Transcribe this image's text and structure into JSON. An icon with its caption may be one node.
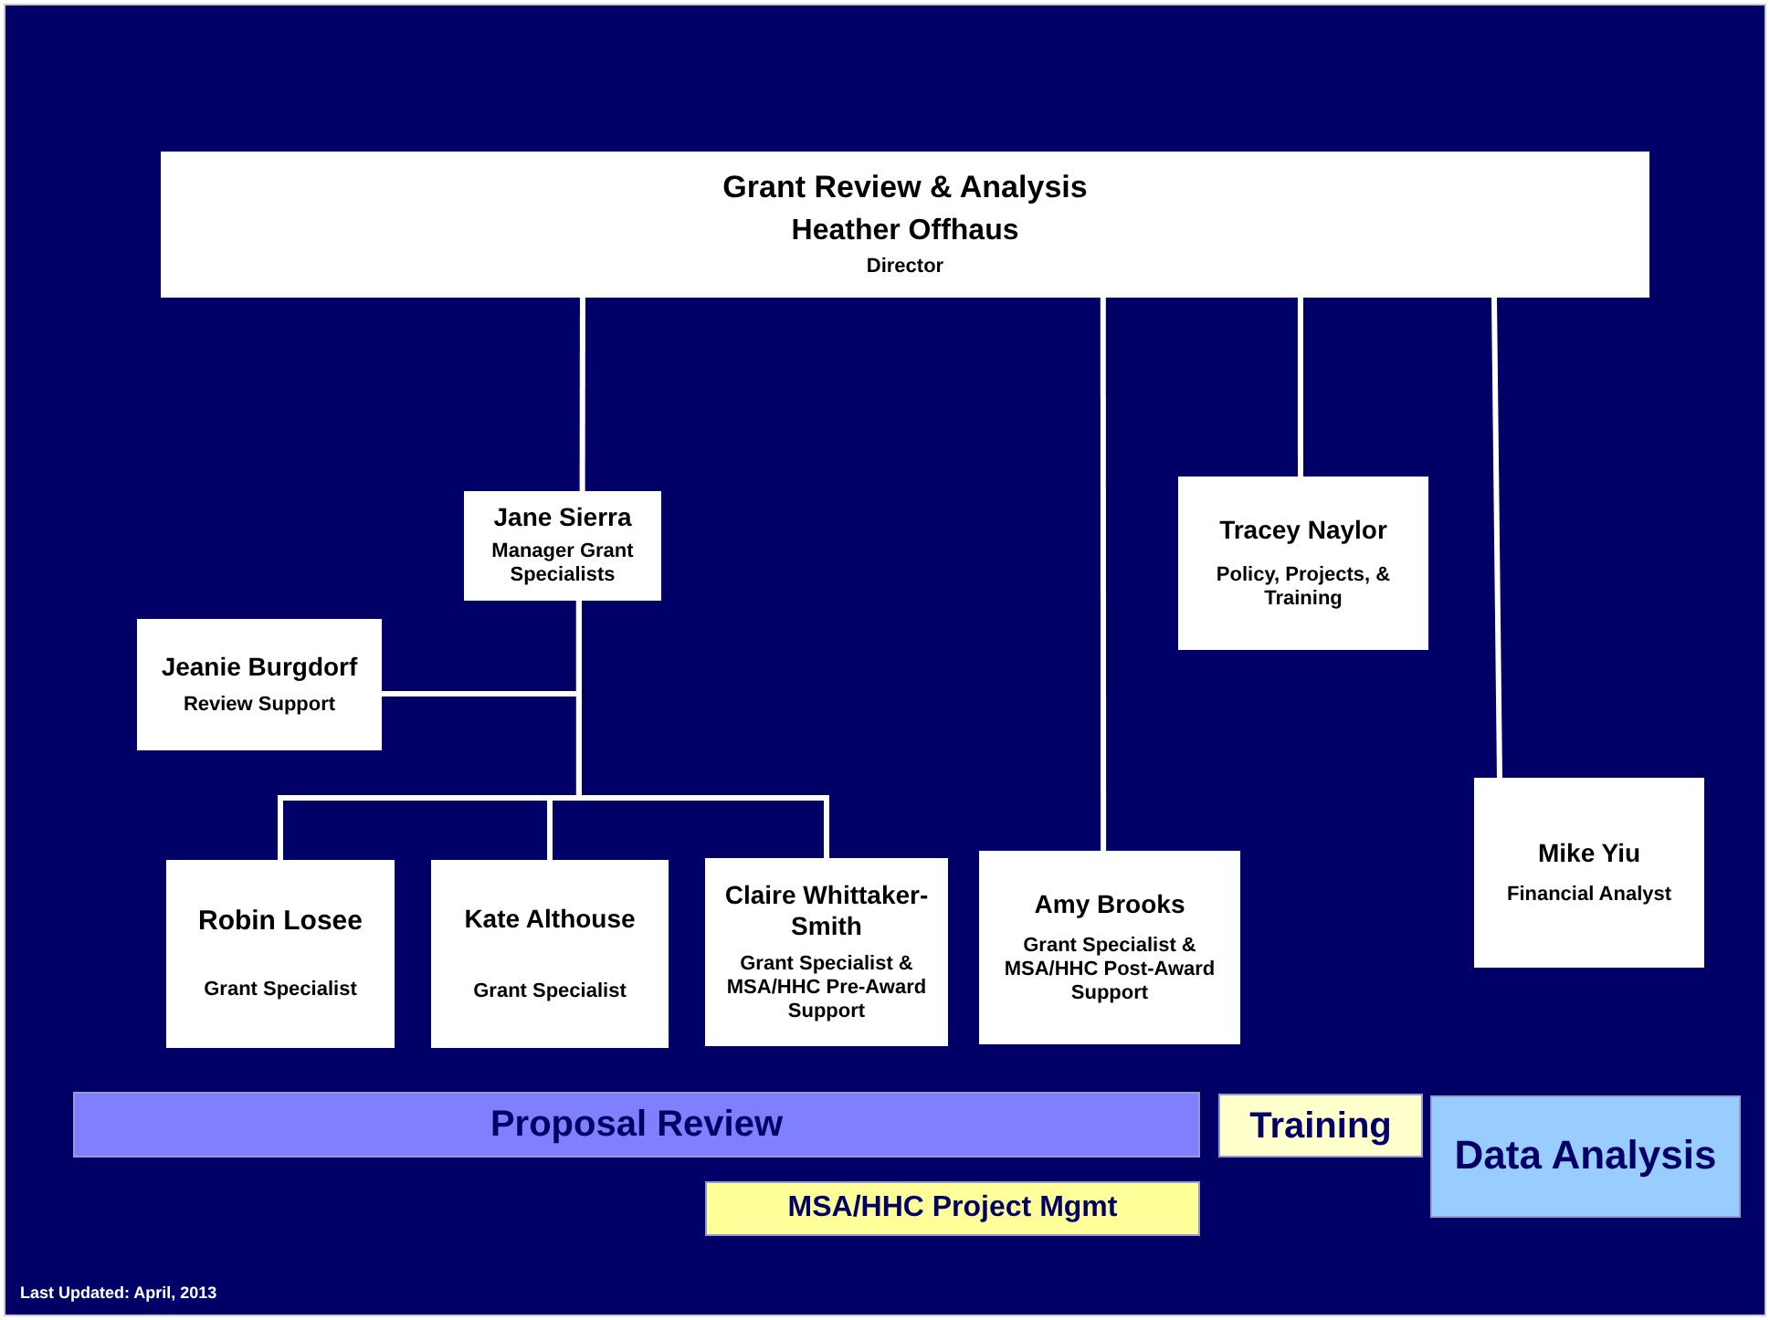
{
  "diagram": {
    "nodes": [
      {
        "text": [
          "Grant Review & Analysis",
          "Heather Offhaus",
          "Director"
        ]
      },
      {
        "text": [
          "Jane Sierra",
          "Manager Grant Specialists"
        ]
      },
      {
        "text": [
          "Tracey Naylor",
          "Policy, Projects, & Training"
        ]
      },
      {
        "text": [
          "Jeanie Burgdorf",
          "Review Support"
        ]
      },
      {
        "text": [
          "Mike Yiu",
          "Financial Analyst"
        ]
      },
      {
        "text": [
          "Robin Losee",
          "Grant Specialist"
        ]
      },
      {
        "text": [
          "Kate Althouse",
          "Grant Specialist"
        ]
      },
      {
        "text": [
          "Claire Whittaker-Smith",
          "Grant Specialist & MSA/HHC Pre-Award Support"
        ]
      },
      {
        "text": [
          "Amy Brooks",
          "Grant Specialist & MSA/HHC Post-Award Support"
        ]
      },
      {
        "text": [
          "Proposal Review"
        ]
      },
      {
        "text": [
          "Training"
        ]
      },
      {
        "text": [
          "Data Analysis"
        ]
      },
      {
        "text": [
          "MSA/HHC Project Mgmt"
        ]
      }
    ],
    "edges": [
      {
        "from": 0,
        "to": 1,
        "arrow": "none"
      },
      {
        "from": 0,
        "to": 2,
        "arrow": "none"
      },
      {
        "from": 0,
        "to": 4,
        "arrow": "none"
      },
      {
        "from": 0,
        "to": 8,
        "arrow": "none"
      },
      {
        "from": 1,
        "to": 3,
        "arrow": "none"
      },
      {
        "from": 1,
        "to": 5,
        "arrow": "none"
      },
      {
        "from": 1,
        "to": 6,
        "arrow": "none"
      },
      {
        "from": 1,
        "to": 7,
        "arrow": "none"
      }
    ],
    "labels": [
      "Last Updated: April, 2013"
    ]
  }
}
